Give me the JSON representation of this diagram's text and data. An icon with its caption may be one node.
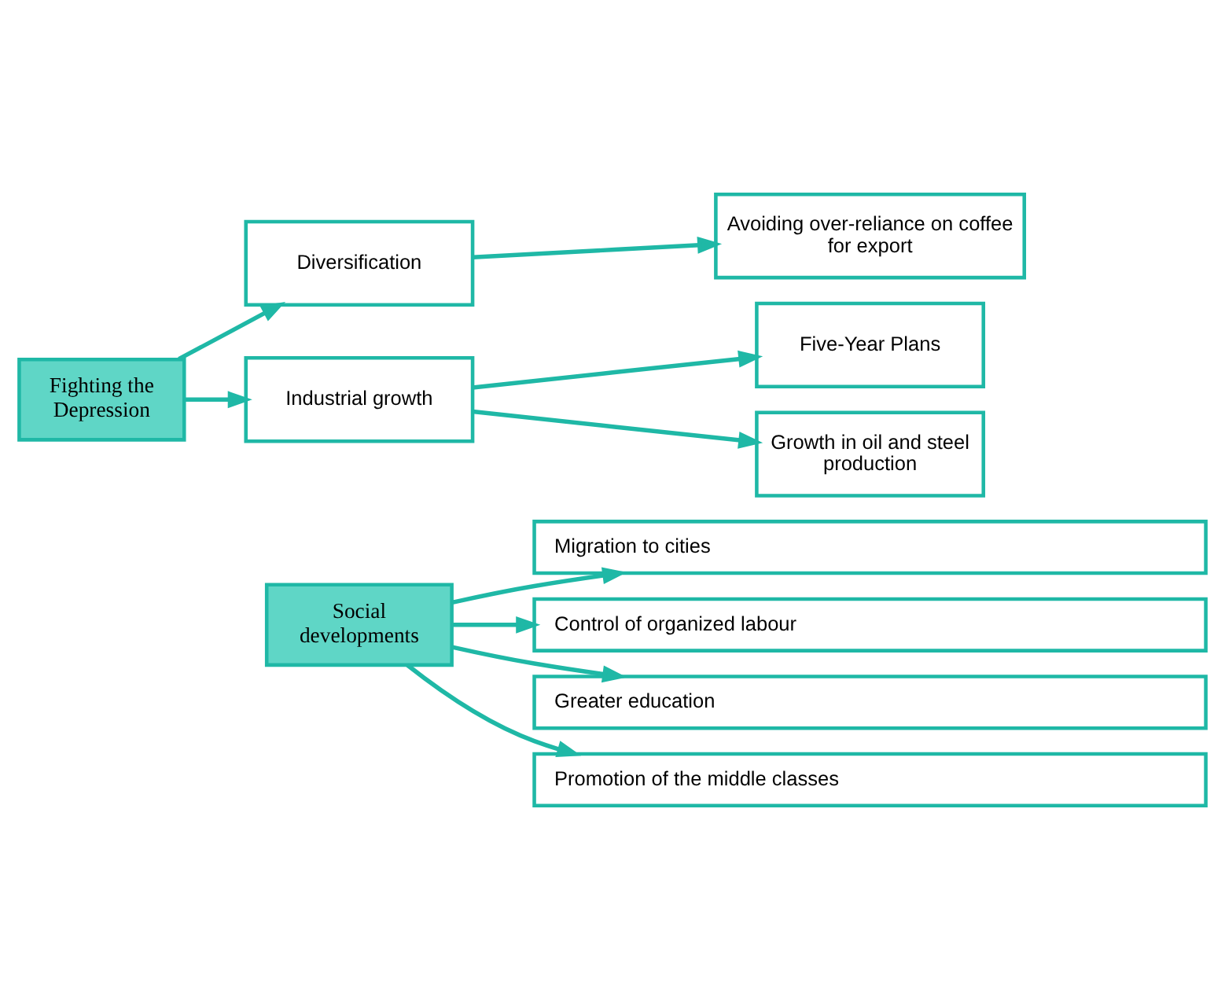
{
  "diagram": {
    "nodes": [
      {
        "text": [
          "Fighting the Depression"
        ]
      },
      {
        "text": [
          "Diversification"
        ]
      },
      {
        "text": [
          "Industrial growth"
        ]
      },
      {
        "text": [
          "Avoiding over-reliance on coffee for export"
        ]
      },
      {
        "text": [
          "Five-Year Plans"
        ]
      },
      {
        "text": [
          "Growth in oil and steel production"
        ]
      },
      {
        "text": [
          "Social developments"
        ]
      },
      {
        "text": [
          "Migration to cities"
        ]
      },
      {
        "text": [
          "Control of organized labour"
        ]
      },
      {
        "text": [
          "Greater education"
        ]
      },
      {
        "text": [
          "Promotion of the middle classes"
        ]
      }
    ],
    "edges": [
      {
        "from": 0,
        "to": 1,
        "arrow": "to"
      },
      {
        "from": 0,
        "to": 2,
        "arrow": "to"
      },
      {
        "from": 1,
        "to": 3,
        "arrow": "to"
      },
      {
        "from": 2,
        "to": 4,
        "arrow": "to"
      },
      {
        "from": 2,
        "to": 5,
        "arrow": "to"
      },
      {
        "from": 6,
        "to": 7,
        "arrow": "to"
      },
      {
        "from": 6,
        "to": 8,
        "arrow": "to"
      },
      {
        "from": 6,
        "to": 9,
        "arrow": "to"
      },
      {
        "from": 6,
        "to": 10,
        "arrow": "to"
      }
    ]
  }
}
